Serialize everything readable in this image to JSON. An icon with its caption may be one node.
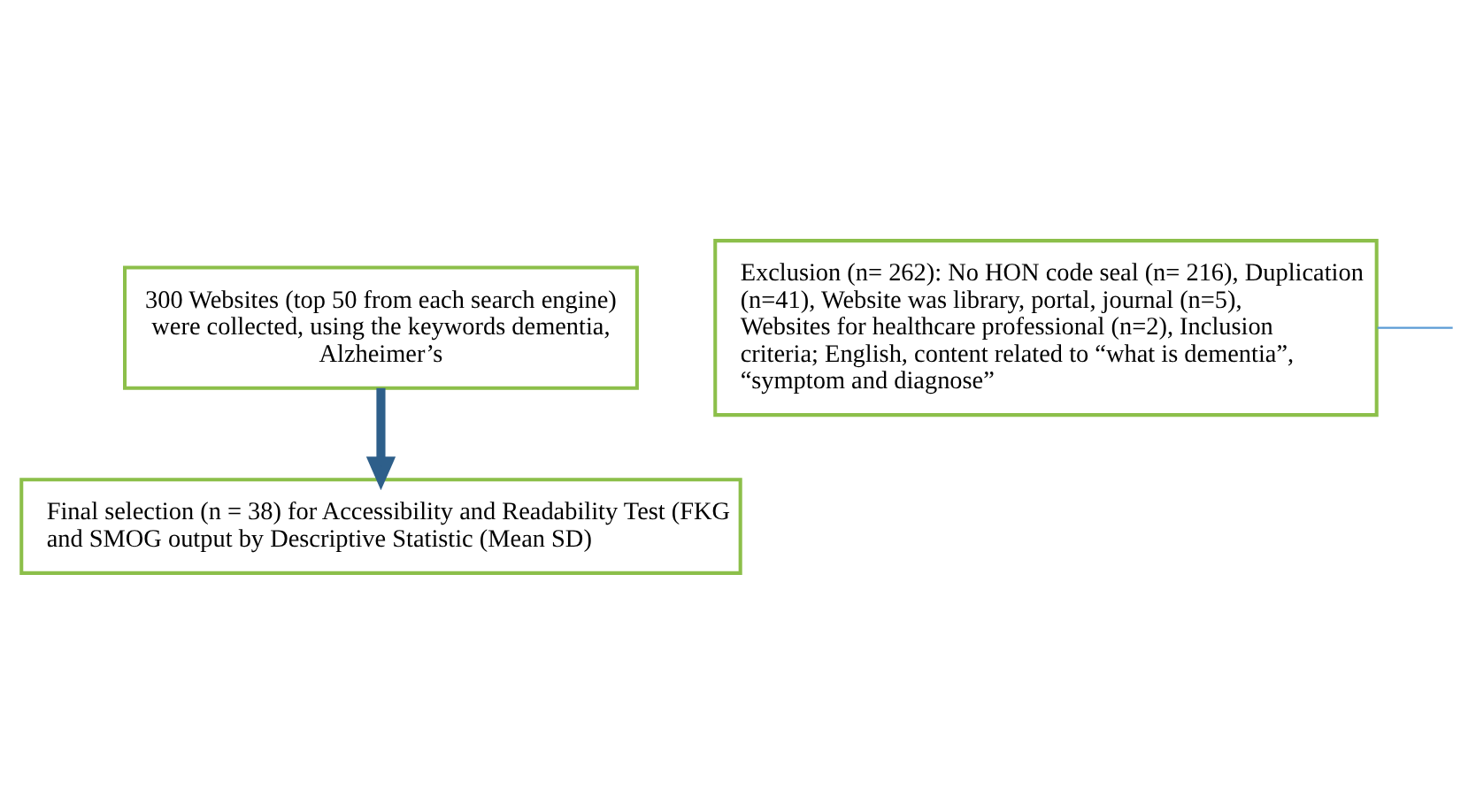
{
  "diagram": {
    "nodes": [
      {
        "text": [
          "300 Websites (top 50 from each search engine) were collected, using the keywords dementia, Alzheimer’s"
        ]
      },
      {
        "text": [
          "Exclusion (n= 262): No HON code seal (n= 216), Duplication (n=41), Website was library, portal, journal (n=5), Websites for healthcare professional (n=2), Inclusion criteria; English, content related to “what is dementia”, “symptom and diagnose”"
        ]
      },
      {
        "text": [
          "Final selection (n = 38) for Accessibility and Readability Test (FKG and SMOG output by Descriptive Statistic (Mean SD)"
        ]
      }
    ],
    "edges": [
      {
        "from": 0,
        "to": 2,
        "arrow": "to",
        "style": "thick",
        "color": "#2e5f8a"
      },
      {
        "from": 1,
        "to": null,
        "arrow": "none",
        "color": "#5b9bd5"
      }
    ]
  }
}
